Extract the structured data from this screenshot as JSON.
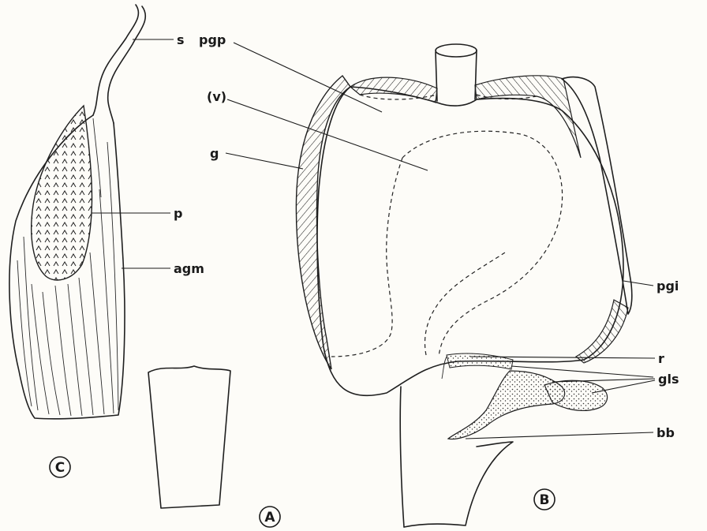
{
  "figure": {
    "panels": {
      "A": "A",
      "B": "B",
      "C": "C"
    },
    "labels": {
      "s": "s",
      "pgp": "pgp",
      "v": "(v)",
      "g": "g",
      "p": "p",
      "agm": "agm",
      "pgi": "pgi",
      "r": "r",
      "gls": "gls",
      "bb": "bb"
    }
  }
}
